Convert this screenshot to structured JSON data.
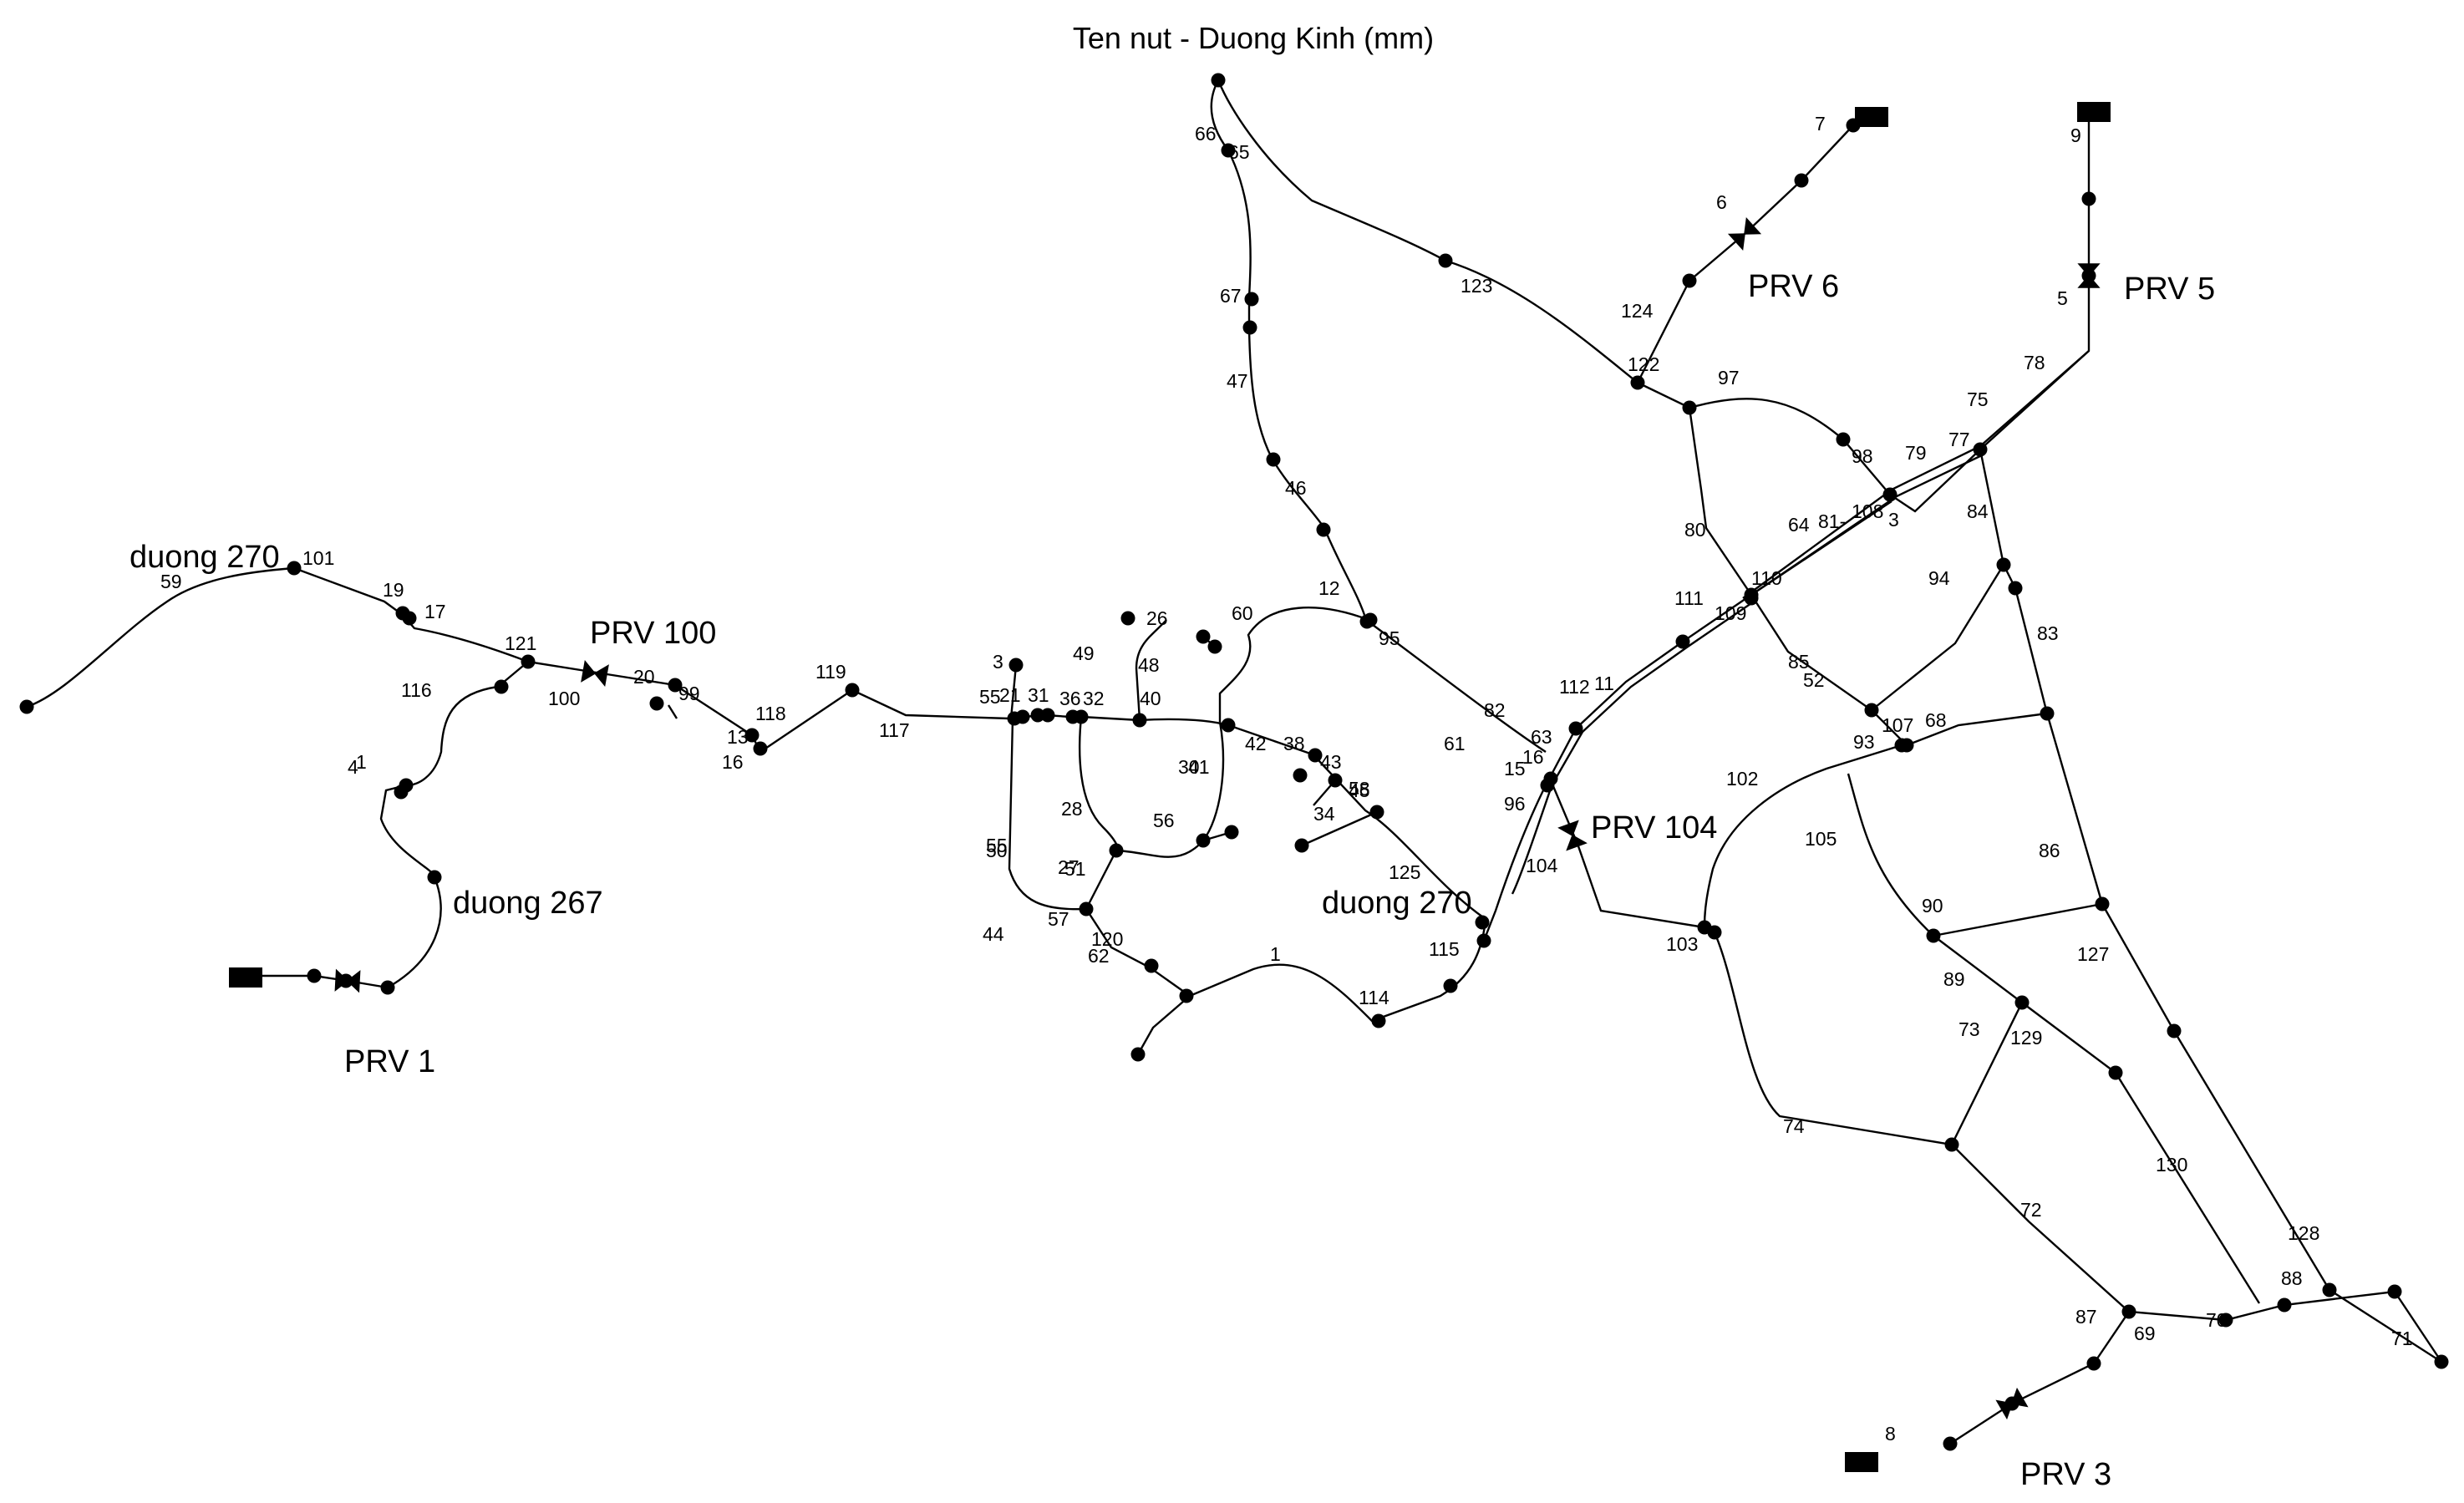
{
  "title": "Ten nut - Duong Kinh (mm)",
  "labels": {
    "valves": [
      "PRV 100",
      "PRV 6",
      "PRV 5",
      "PRV 104",
      "PRV 1",
      "PRV 3"
    ],
    "pipes": [
      "duong 270",
      "duong 267",
      "duong 270"
    ],
    "ids": [
      "66",
      "65",
      "7",
      "6",
      "9",
      "5",
      "123",
      "124",
      "122",
      "97",
      "98",
      "79",
      "75",
      "77",
      "78",
      "108",
      "3",
      "64",
      "81-",
      "84",
      "80",
      "110",
      "109",
      "111",
      "94",
      "83",
      "85",
      "52",
      "112",
      "11",
      "107",
      "68",
      "93",
      "102",
      "105",
      "86",
      "90",
      "127",
      "89",
      "73",
      "129",
      "103",
      "74",
      "130",
      "72",
      "128",
      "88",
      "87",
      "69",
      "70",
      "71",
      "8",
      "67",
      "47",
      "46",
      "12",
      "95",
      "82",
      "61",
      "63",
      "15",
      "16",
      "96",
      "104",
      "101",
      "59",
      "19",
      "17",
      "121",
      "100",
      "20",
      "99",
      "116",
      "13",
      "16",
      "118",
      "119",
      "117",
      "3",
      "55",
      "21",
      "31",
      "36",
      "32",
      "40",
      "49",
      "48",
      "26",
      "60",
      "30",
      "42",
      "38",
      "43",
      "58",
      "34",
      "45",
      "41",
      "56",
      "28",
      "27",
      "50",
      "51",
      "57",
      "55",
      "44",
      "120",
      "62",
      "1",
      "114",
      "115",
      "125",
      "4",
      "1"
    ]
  }
}
